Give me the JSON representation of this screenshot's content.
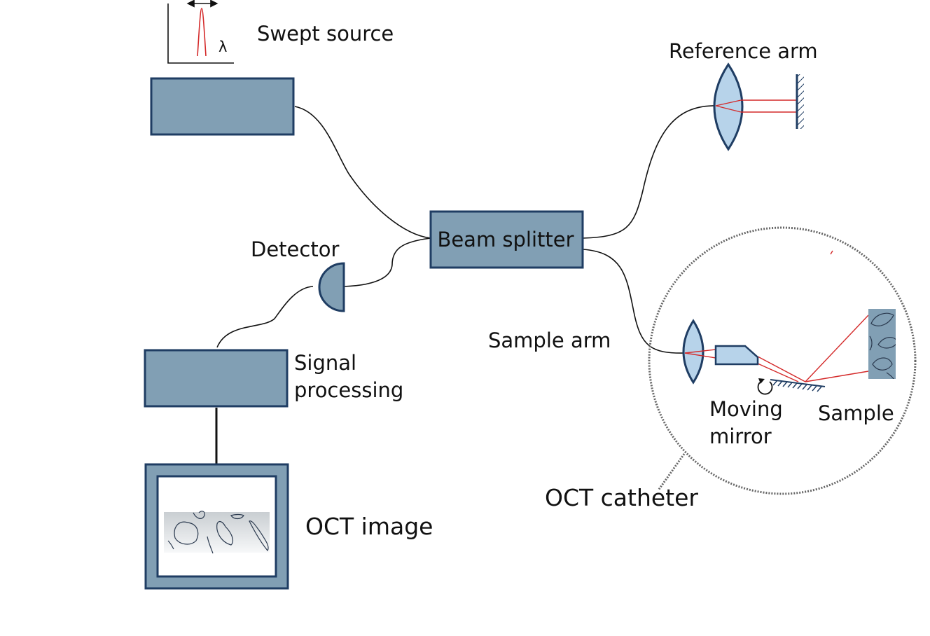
{
  "labels": {
    "swept_source": "Swept source",
    "lambda": "λ",
    "reference_arm": "Reference arm",
    "beam_splitter": "Beam splitter",
    "detector": "Detector",
    "signal_processing_line1": "Signal",
    "signal_processing_line2": "processing",
    "oct_image": "OCT image",
    "sample_arm": "Sample arm",
    "moving_mirror_line1": "Moving",
    "moving_mirror_line2": "mirror",
    "sample": "Sample",
    "oct_catheter": "OCT catheter"
  },
  "colors": {
    "component_fill": "#819fb4",
    "component_stroke": "#1f3d63",
    "lens_fill": "#b7d3ea",
    "beam": "#d42a2a",
    "fiber": "#111111",
    "catheter_circle": "#666666"
  }
}
